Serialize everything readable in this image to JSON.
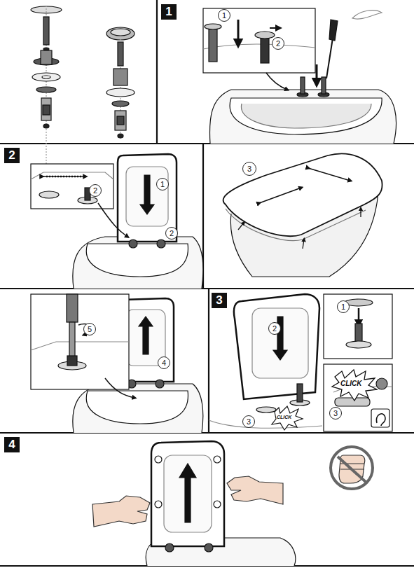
{
  "diagram": {
    "nodes": [
      {
        "text": [
          "1"
        ]
      },
      {
        "text": [
          "1"
        ]
      },
      {
        "text": [
          "2"
        ]
      },
      {
        "text": [
          "2"
        ]
      },
      {
        "text": [
          "1"
        ]
      },
      {
        "text": [
          "2"
        ]
      },
      {
        "text": [
          "2"
        ]
      },
      {
        "text": [
          "3"
        ]
      },
      {
        "text": [
          "5"
        ]
      },
      {
        "text": [
          "4"
        ]
      },
      {
        "text": [
          "3"
        ]
      },
      {
        "text": [
          "2"
        ]
      },
      {
        "text": [
          "1"
        ]
      },
      {
        "text": [
          "3"
        ]
      },
      {
        "text": [
          "3"
        ]
      },
      {
        "text": [
          "4"
        ]
      }
    ],
    "labels": [
      "CLICK",
      "CLICK"
    ]
  }
}
